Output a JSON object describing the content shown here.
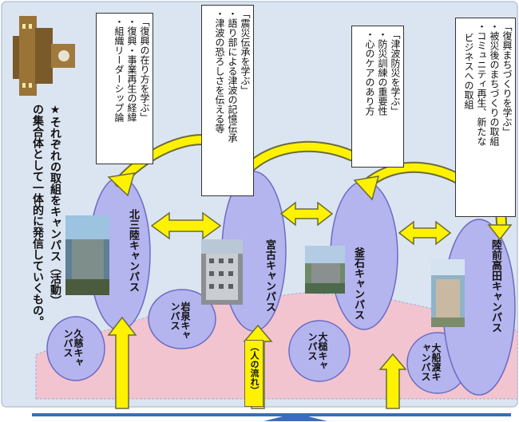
{
  "intro": {
    "line1": "★それぞれの取組をキャンパス（活動）",
    "line2": "の集合体として一体的に発信していくもの。"
  },
  "flow_label": "（人の流れ）",
  "campuses": {
    "kitasanriku": "北三陸キャンパス",
    "kuji": "久慈キャンパス",
    "iwaizumi": "岩泉キャンパス",
    "miyako": "宮古キャンパス",
    "otsuchi": "大槌キャンパス",
    "kamaishi": "釜石キャンパス",
    "ofunato": "大船渡キャンパス",
    "rikuzentakata": "陸前高田キャンパス"
  },
  "notes": {
    "fukko": {
      "title": "「復興の在り方を学ぶ」",
      "item1": "・復興・事業再生の経緯",
      "item2": "・組織リーダーシップ論"
    },
    "shinsai": {
      "title": "「震災伝承を学ぶ」",
      "item1": "・語り部による津波の記憶伝承",
      "item2": "・津波の恐ろしさを伝える等"
    },
    "bosai": {
      "title": "「津波防災を学ぶ」",
      "item1": "・防災訓練の重要性",
      "item2": "・心のケアのあり方"
    },
    "machizukuri": {
      "title": "「復興まちづくりを学ぶ」",
      "item1": "・被災後のまちづくりの取組",
      "item2": "・コミュニティ再生、新たな",
      "item3": "ビジネスへの取組"
    }
  },
  "colors": {
    "panel": "#dbe5f1",
    "ellipse_fill": "#b4b4ef",
    "ellipse_stroke": "#6b6bc4",
    "land": "#f2c4cf",
    "arrow_fill": "#fff200",
    "arrow_stroke": "#6b6b3a",
    "footer_band": "#3a6db5"
  }
}
